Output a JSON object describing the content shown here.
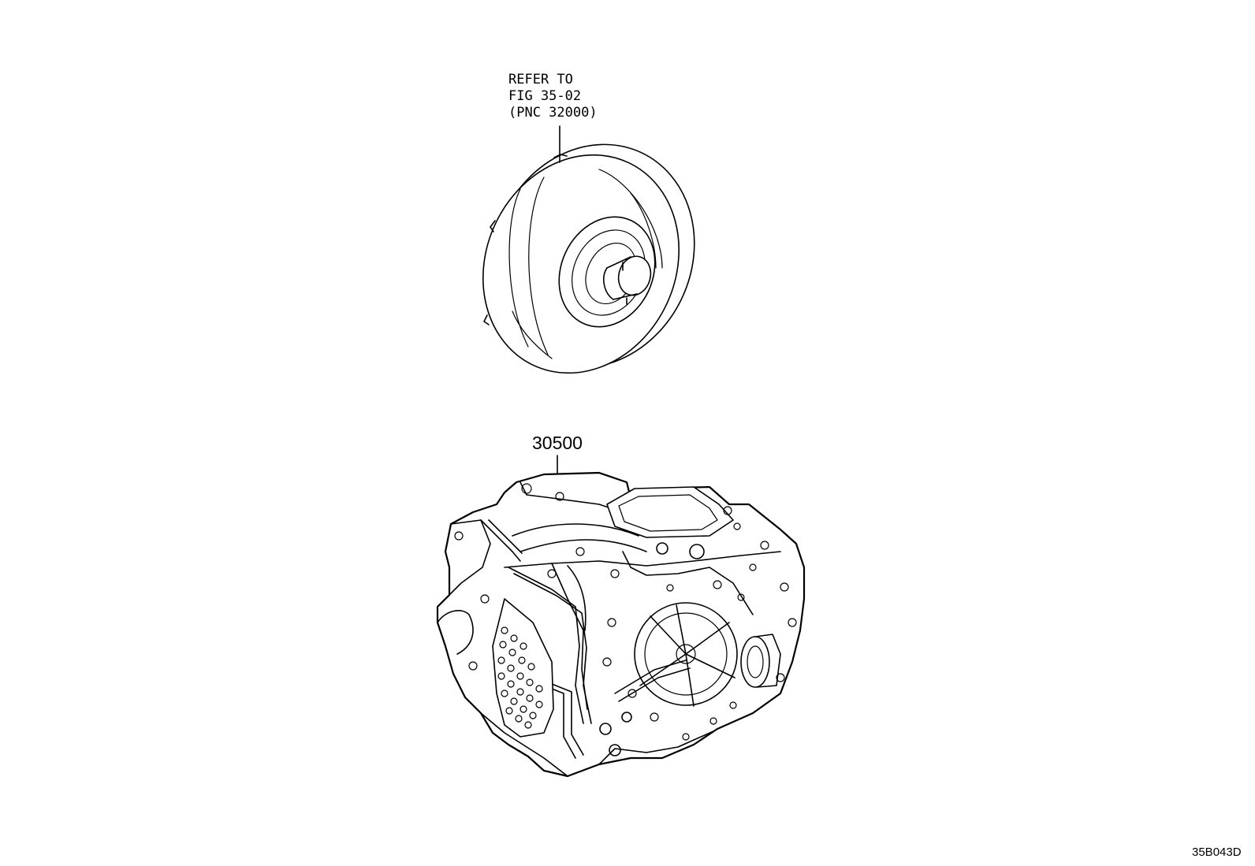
{
  "torque_converter": {
    "callout_line1": "REFER TO",
    "callout_line2": "FIG 35-02",
    "callout_line3": "(PNC 32000)"
  },
  "transaxle": {
    "part_number": "30500"
  },
  "figure_code": "35B043D",
  "colors": {
    "ink": "#000000",
    "paper": "#ffffff"
  }
}
